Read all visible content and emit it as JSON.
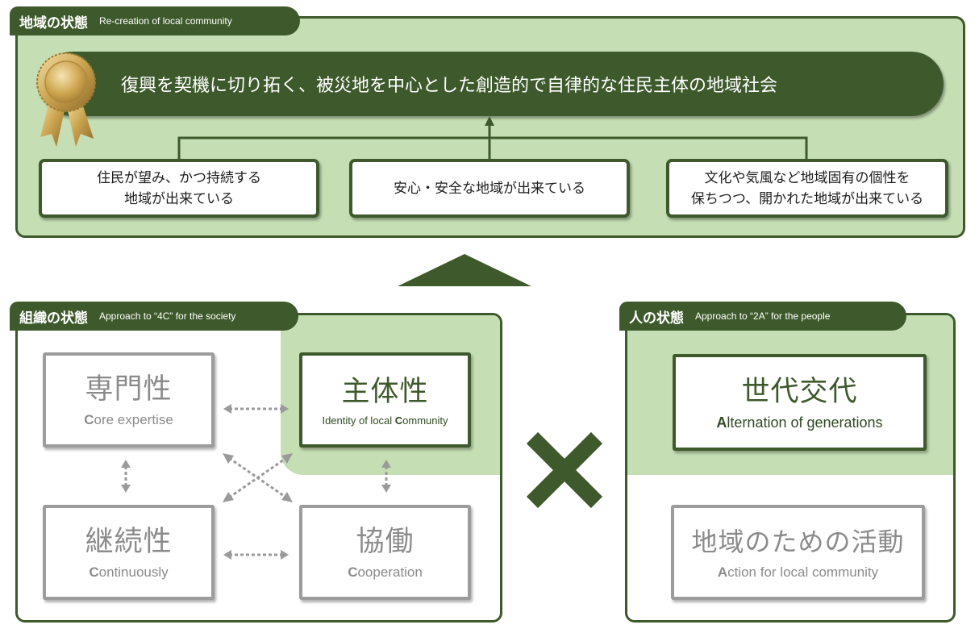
{
  "community": {
    "tab_jp": "地域の状態",
    "tab_en": "Re-creation of local community",
    "goal": "復興を契機に切り拓く、被災地を中心とした創造的で自律的な住民主体の地域社会",
    "icon": "award-ribbon-icon",
    "states": [
      "住民が望み、かつ持続する\n地域が出来ている",
      "安心・安全な地域が出来ている",
      "文化や気風など地域固有の個性を\n保ちつつ、開かれた地域が出来ている"
    ]
  },
  "organization": {
    "tab_jp": "組織の状態",
    "tab_en": "Approach to “4C” for the society",
    "cards": [
      {
        "jp": "専門性",
        "en_initial": "C",
        "en_rest": "ore expertise",
        "active": false
      },
      {
        "jp": "主体性",
        "en_pre": "Identity of local ",
        "en_initial": "C",
        "en_rest": "ommunity",
        "active": true
      },
      {
        "jp": "継続性",
        "en_initial": "C",
        "en_rest": "ontinuously",
        "active": false
      },
      {
        "jp": "協働",
        "en_initial": "C",
        "en_rest": "ooperation",
        "active": false
      }
    ]
  },
  "people": {
    "tab_jp": "人の状態",
    "tab_en": "Approach to “2A” for the people",
    "cards": [
      {
        "jp": "世代交代",
        "en_initial": "A",
        "en_rest": "lternation of generations",
        "active": true
      },
      {
        "jp": "地域のための活動",
        "en_initial": "A",
        "en_rest": "ction for local community",
        "active": false
      }
    ]
  },
  "colors": {
    "dark_green": "#3e5a2c",
    "light_green": "#c5deb4",
    "gray": "#9c9c9c"
  }
}
